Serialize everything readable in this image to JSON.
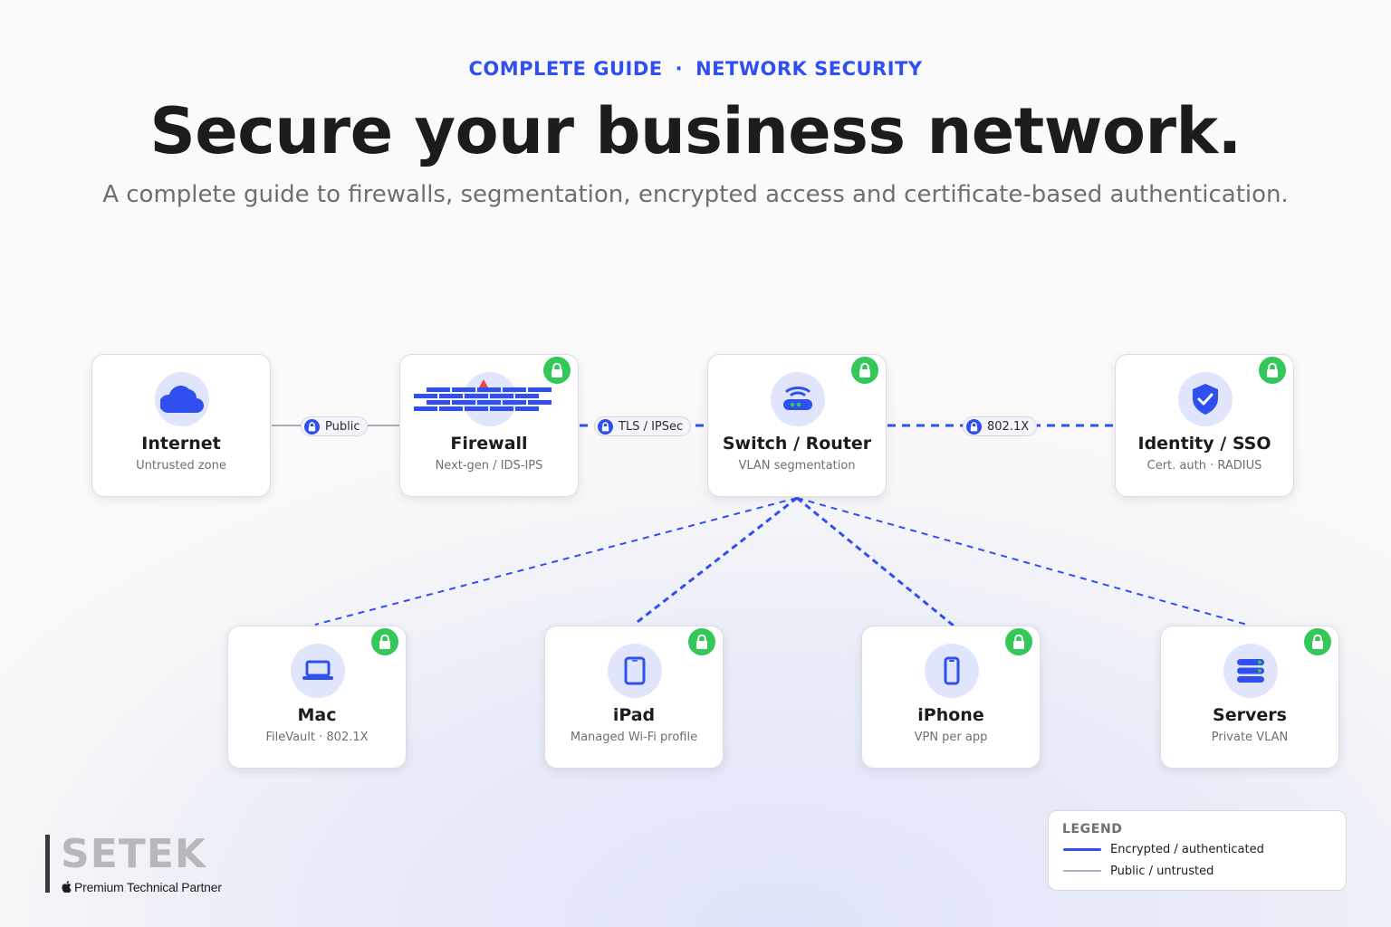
{
  "header": {
    "eyebrow_left": "COMPLETE GUIDE",
    "eyebrow_separator": "·",
    "eyebrow_right": "NETWORK SECURITY",
    "title": "Secure your business network.",
    "subtitle": "A complete guide to firewalls, segmentation, encrypted access and certificate-based authentication."
  },
  "nodes": {
    "internet": {
      "name": "Internet",
      "desc": "Untrusted zone",
      "icon": "cloud-icon",
      "locked": false
    },
    "firewall": {
      "name": "Firewall",
      "desc": "Next-gen / IDS-IPS",
      "icon": "brick-wall-icon",
      "locked": true
    },
    "switch": {
      "name": "Switch / Router",
      "desc": "VLAN segmentation",
      "icon": "router-icon",
      "locked": true
    },
    "identity": {
      "name": "Identity / SSO",
      "desc": "Cert. auth · RADIUS",
      "icon": "shield-check-icon",
      "locked": true
    },
    "mac": {
      "name": "Mac",
      "desc": "FileVault · 802.1X",
      "icon": "laptop-icon",
      "locked": true
    },
    "ipad": {
      "name": "iPad",
      "desc": "Managed Wi-Fi profile",
      "icon": "tablet-icon",
      "locked": true
    },
    "iphone": {
      "name": "iPhone",
      "desc": "VPN per app",
      "icon": "phone-icon",
      "locked": true
    },
    "servers": {
      "name": "Servers",
      "desc": "Private VLAN",
      "icon": "server-stack-icon",
      "locked": true
    }
  },
  "links": {
    "internet_firewall": {
      "label": "Public",
      "style": "public"
    },
    "firewall_switch": {
      "label": "TLS / IPSec",
      "style": "encrypted"
    },
    "switch_identity": {
      "label": "802.1X",
      "style": "encrypted"
    }
  },
  "legend": {
    "title": "LEGEND",
    "items": [
      {
        "label": "Encrypted / authenticated",
        "color": "#2f4ff0"
      },
      {
        "label": "Public / untrusted",
        "color": "#a9afbf"
      }
    ]
  },
  "brand": {
    "name": "SETEK",
    "tagline": "Premium Technical Partner",
    "tagline_icon": "apple-logo-icon"
  },
  "colors": {
    "accent": "#2f4ff0",
    "secure": "#34c759",
    "public_line": "#a9afbf",
    "icon_bg": "#e1e5fb"
  }
}
